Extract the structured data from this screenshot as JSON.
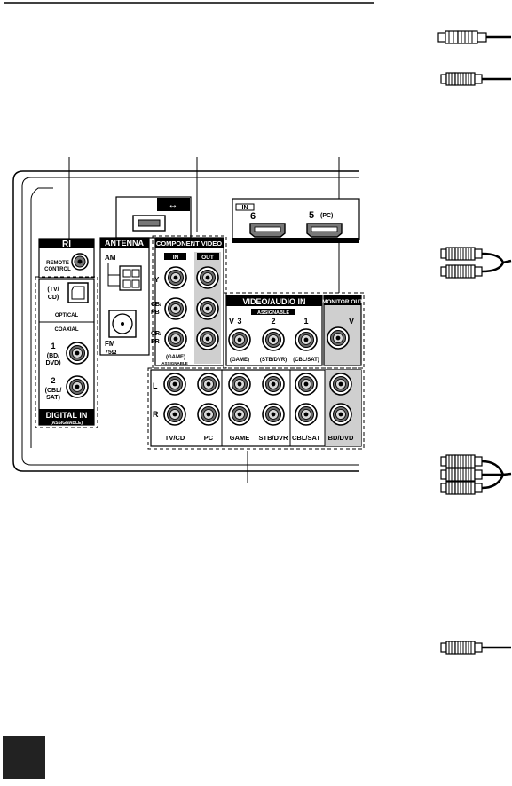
{
  "panel": {
    "usb_symbol": "↔",
    "hdmi": {
      "in_label": "IN",
      "port6": "6",
      "port5": "5",
      "port5_note": "(PC)"
    },
    "ri": {
      "title": "RI",
      "jack_label_1": "REMOTE",
      "jack_label_2": "CONTROL"
    },
    "antenna": {
      "title": "ANTENNA",
      "am_label": "AM",
      "fm_label": "FM",
      "fm_impedance": "75Ω"
    },
    "component_video": {
      "title": "COMPONENT VIDEO",
      "in_label": "IN",
      "out_label": "OUT",
      "y_label": "Y",
      "cb_label_1": "CB/",
      "cb_label_2": "PB",
      "cr_label_1": "CR/",
      "cr_label_2": "PR",
      "game_label": "(GAME)",
      "assignable": "ASSIGNABLE"
    },
    "digital_in": {
      "optical_input_1": "(TV/",
      "optical_input_2": "CD)",
      "optical": "OPTICAL",
      "coaxial": "COAXIAL",
      "coax1_num": "1",
      "coax1_name_1": "(BD/",
      "coax1_name_2": "DVD)",
      "coax2_num": "2",
      "coax2_name_1": "(CBL/",
      "coax2_name_2": "SAT)",
      "title": "DIGITAL IN",
      "assignable": "(ASSIGNABLE)"
    },
    "video_audio_in": {
      "title": "VIDEO/AUDIO IN",
      "assignable": "ASSIGNABLE",
      "v_label": "V",
      "inputs": [
        {
          "num": "3",
          "name": "(GAME)"
        },
        {
          "num": "2",
          "name": "(STB/DVR)"
        },
        {
          "num": "1",
          "name": "(CBL/SAT)"
        }
      ]
    },
    "monitor_out": {
      "title": "MONITOR OUT",
      "v_label": "V"
    },
    "audio_in": {
      "l_label": "L",
      "r_label": "R",
      "labels": [
        "TV/CD",
        "PC",
        "GAME",
        "STB/DVR",
        "CBL/SAT",
        "BD/DVD"
      ]
    }
  }
}
